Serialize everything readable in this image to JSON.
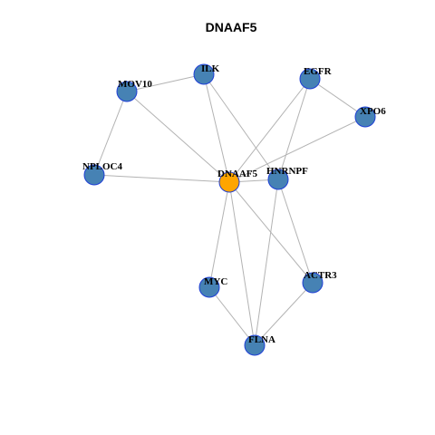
{
  "title": "DNAAF5",
  "colors": {
    "node_fill": "#4682b4",
    "node_stroke": "#1f3fd6",
    "center_fill": "#ffa500",
    "center_stroke": "#1f3fd6",
    "edge": "#b3b3b3"
  },
  "nodes": [
    {
      "id": "ILK",
      "label": "ILK",
      "center": false
    },
    {
      "id": "EGFR",
      "label": "EGFR",
      "center": false
    },
    {
      "id": "MOV10",
      "label": "MOV10",
      "center": false
    },
    {
      "id": "XPO6",
      "label": "XPO6",
      "center": false
    },
    {
      "id": "NPLOC4",
      "label": "NPLOC4",
      "center": false
    },
    {
      "id": "DNAAF5",
      "label": "DNAAF5",
      "center": true
    },
    {
      "id": "HNRNPF",
      "label": "HNRNPF",
      "center": false
    },
    {
      "id": "MYC",
      "label": "MYC",
      "center": false
    },
    {
      "id": "ACTR3",
      "label": "ACTR3",
      "center": false
    },
    {
      "id": "FLNA",
      "label": "FLNA",
      "center": false
    }
  ],
  "edges": [
    [
      "MOV10",
      "ILK"
    ],
    [
      "MOV10",
      "NPLOC4"
    ],
    [
      "MOV10",
      "DNAAF5"
    ],
    [
      "ILK",
      "DNAAF5"
    ],
    [
      "ILK",
      "HNRNPF"
    ],
    [
      "EGFR",
      "XPO6"
    ],
    [
      "EGFR",
      "DNAAF5"
    ],
    [
      "EGFR",
      "HNRNPF"
    ],
    [
      "XPO6",
      "DNAAF5"
    ],
    [
      "NPLOC4",
      "DNAAF5"
    ],
    [
      "DNAAF5",
      "HNRNPF"
    ],
    [
      "DNAAF5",
      "MYC"
    ],
    [
      "DNAAF5",
      "FLNA"
    ],
    [
      "DNAAF5",
      "ACTR3"
    ],
    [
      "HNRNPF",
      "FLNA"
    ],
    [
      "HNRNPF",
      "ACTR3"
    ],
    [
      "MYC",
      "FLNA"
    ],
    [
      "ACTR3",
      "FLNA"
    ]
  ]
}
